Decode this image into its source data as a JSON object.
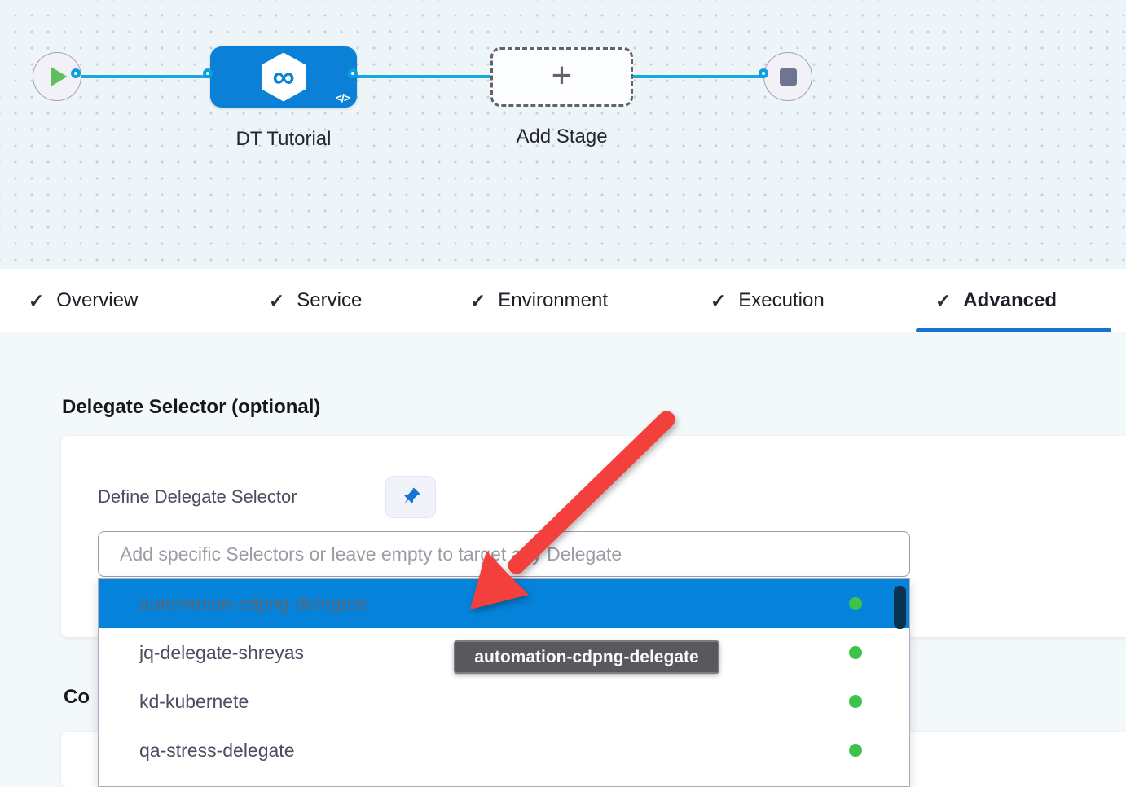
{
  "pipeline": {
    "stage_label": "DT Tutorial",
    "add_stage_label": "Add Stage"
  },
  "icons": {
    "check": "✓",
    "plus": "+",
    "infinity": "∞",
    "code": "</>"
  },
  "tabs": [
    {
      "label": "Overview",
      "checked": true,
      "active": false
    },
    {
      "label": "Service",
      "checked": true,
      "active": false
    },
    {
      "label": "Environment",
      "checked": true,
      "active": false
    },
    {
      "label": "Execution",
      "checked": true,
      "active": false
    },
    {
      "label": "Advanced",
      "checked": true,
      "active": true
    }
  ],
  "advanced_panel": {
    "section_heading": "Delegate Selector (optional)",
    "define_label": "Define Delegate Selector",
    "input_placeholder": "Add specific Selectors or leave empty to target any Delegate",
    "partial_heading": "Co"
  },
  "dropdown": {
    "items": [
      {
        "label": "automation-cdpng-delegate",
        "status": "connected",
        "selected": true
      },
      {
        "label": "jq-delegate-shreyas",
        "status": "connected",
        "selected": false
      },
      {
        "label": "kd-kubernete",
        "status": "connected",
        "selected": false
      },
      {
        "label": "qa-stress-delegate",
        "status": "connected",
        "selected": false
      }
    ]
  },
  "tooltip": {
    "text": "automation-cdpng-delegate"
  },
  "colors": {
    "stage_blue": "#0b80d7",
    "edge_cyan": "#18a8e0",
    "tab_underline_blue": "#1673d3",
    "dropdown_active_blue": "#0583da",
    "status_green": "#3fc24c",
    "arrow_red": "#f4403c",
    "scrollbar_navy": "#0b3350"
  }
}
